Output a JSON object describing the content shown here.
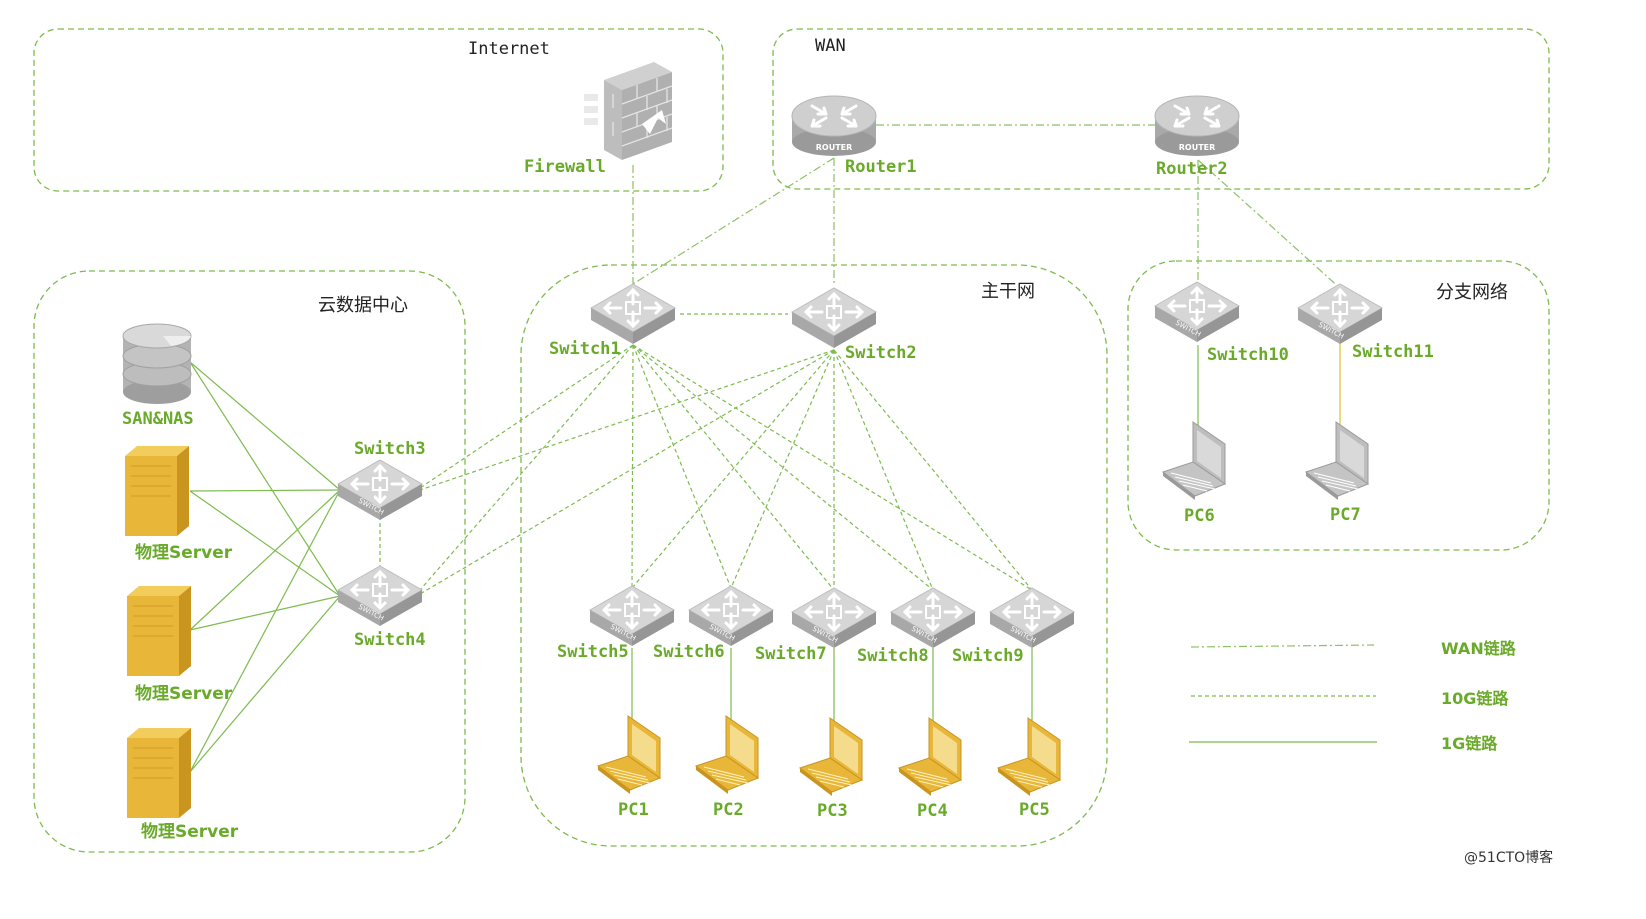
{
  "zones": {
    "internet": "Internet",
    "wan": "WAN",
    "cloud_dc": "云数据中心",
    "backbone": "主干网",
    "branch": "分支网络"
  },
  "nodes": {
    "firewall": "Firewall",
    "router1": "Router1",
    "router2": "Router2",
    "switch1": "Switch1",
    "switch2": "Switch2",
    "switch3": "Switch3",
    "switch4": "Switch4",
    "switch5": "Switch5",
    "switch6": "Switch6",
    "switch7": "Switch7",
    "switch8": "Switch8",
    "switch9": "Switch9",
    "switch10": "Switch10",
    "switch11": "Switch11",
    "san": "SAN&NAS",
    "server1": "物理Server",
    "server2": "物理Server",
    "server3": "物理Server",
    "pc1": "PC1",
    "pc2": "PC2",
    "pc3": "PC3",
    "pc4": "PC4",
    "pc5": "PC5",
    "pc6": "PC6",
    "pc7": "PC7"
  },
  "device_tags": {
    "router": "ROUTER",
    "switch": "SWITCH"
  },
  "legend": {
    "wan": "WAN链路",
    "g10": "10G链路",
    "g1": "1G链路"
  },
  "watermark": "@51CTO博客",
  "colors": {
    "accent": "#6aaa2a",
    "device_gray": "#c4c4c4",
    "device_yellow": "#e8b638",
    "link_yellow": "#e6c84a"
  },
  "icons": {
    "firewall": "firewall-icon",
    "router": "router-icon",
    "switch": "switch-icon",
    "storage": "storage-icon",
    "server": "server-icon",
    "laptop": "laptop-icon"
  }
}
